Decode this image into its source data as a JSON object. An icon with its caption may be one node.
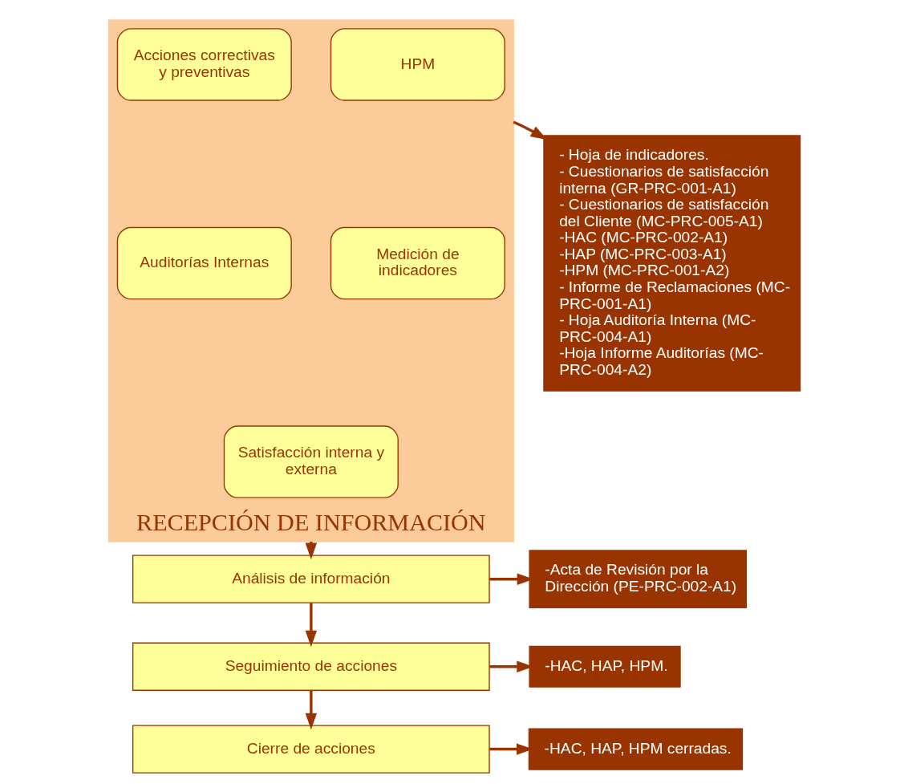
{
  "diagram": {
    "nodes": [
      {
        "text": [
          "RECEPCIÓN DE INFORMACIÓN"
        ]
      },
      {
        "text": [
          "HPM"
        ],
        "in": 0
      },
      {
        "text": [
          "Acciones correctivas y preventivas"
        ],
        "in": 0
      },
      {
        "text": [
          "Medición de indicadores"
        ],
        "in": 0
      },
      {
        "text": [
          "Auditorías Internas"
        ],
        "in": 0
      },
      {
        "text": [
          "Satisfacción interna y externa"
        ],
        "in": 0
      },
      {
        "text": [
          "- Hoja de indicadores.",
          "- Cuestionarios de satisfacción interna (GR-PRC-001-A1)",
          "- Cuestionarios de satisfacción del Cliente (MC-PRC-005-A1)",
          "-HAC (MC-PRC-002-A1)",
          "-HAP (MC-PRC-003-A1)",
          "-HPM (MC-PRC-001-A2)",
          "- Informe de Reclamaciones (MC-PRC-001-A1)",
          "- Hoja Auditoría Interna (MC-PRC-004-A1)",
          "-Hoja Informe Auditorías (MC-PRC-004-A2)"
        ]
      },
      {
        "text": [
          "Análisis de información"
        ]
      },
      {
        "text": [
          "-Acta de Revisión por la Dirección (PE-PRC-002-A1)"
        ]
      },
      {
        "text": [
          "Seguimiento de acciones"
        ]
      },
      {
        "text": [
          "-HAC, HAP, HPM."
        ]
      },
      {
        "text": [
          "Cierre de acciones"
        ]
      },
      {
        "text": [
          "-HAC, HAP, HPM cerradas."
        ]
      }
    ],
    "edges": [
      {
        "from": 0,
        "to": 6,
        "arrow": "to"
      },
      {
        "from": 0,
        "to": 7,
        "arrow": "to"
      },
      {
        "from": 7,
        "to": 8,
        "arrow": "to"
      },
      {
        "from": 7,
        "to": 9,
        "arrow": "to"
      },
      {
        "from": 9,
        "to": 10,
        "arrow": "to"
      },
      {
        "from": 9,
        "to": 11,
        "arrow": "to"
      },
      {
        "from": 11,
        "to": 12,
        "arrow": "to"
      }
    ]
  }
}
